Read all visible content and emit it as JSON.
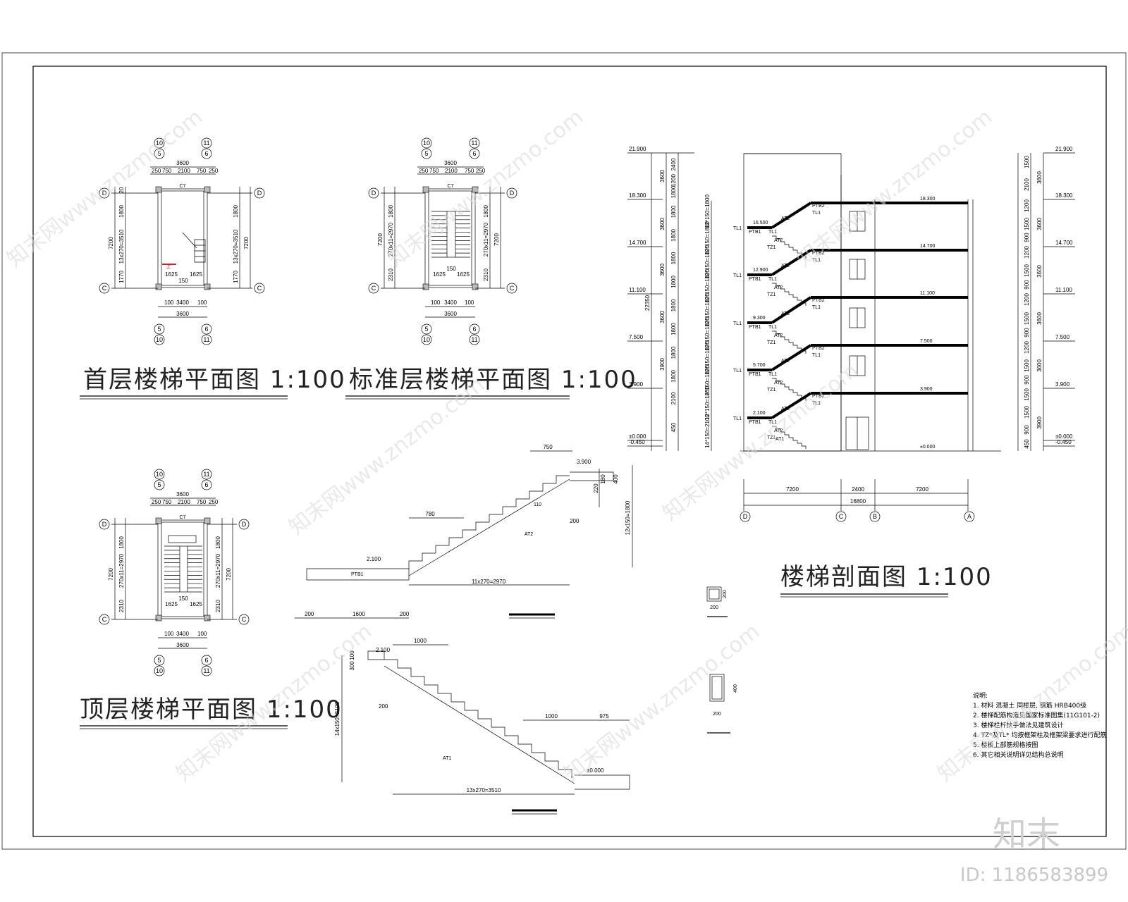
{
  "titles": {
    "first_floor": "首层楼梯平面图  1:100",
    "standard_floor": "标准层楼梯平面图  1:100",
    "top_floor": "顶层楼梯平面图  1:100",
    "section": "楼梯剖面图  1:100"
  },
  "plan": {
    "axis_top_a": "10",
    "axis_top_b": "11",
    "axis_top_c": "5",
    "axis_top_d": "6",
    "axis_d": "D",
    "axis_c": "C",
    "dim_total": "3600",
    "dim_250": "250",
    "dim_750": "750",
    "dim_2100": "2100",
    "dim_1800": "1800",
    "dim_7200": "7200",
    "dim_1770": "1770",
    "dim_2310": "2310",
    "dim_run_first": "13x270=3510",
    "dim_run_std": "270x11=2970",
    "dim_1625": "1625",
    "dim_150": "150",
    "dim_100": "100",
    "dim_3400": "3400",
    "dim_20": "20",
    "window": "C7",
    "up_mark": "上"
  },
  "section": {
    "elev": [
      "21.900",
      "18.300",
      "14.700",
      "11.100",
      "7.500",
      "3.900",
      "±0.000",
      "-0.450"
    ],
    "mid_elev": [
      "16.500",
      "12.900",
      "9.300",
      "5.700",
      "2.100"
    ],
    "left_dims": [
      "2400",
      "1200",
      "1800",
      "1800",
      "1800",
      "1800",
      "1800",
      "1800",
      "1800",
      "1800",
      "1800",
      "2100",
      "450"
    ],
    "left_col2": [
      "3600",
      "3600",
      "3600",
      "3600",
      "3900"
    ],
    "total": "22350",
    "step_dims": [
      "12*150=1800",
      "12*150=1800",
      "12*150=1800",
      "12*150=1800",
      "12*150=1800",
      "12*150=1800",
      "12*150=1800",
      "12*150=1800",
      "12*150=1800",
      "14*150=2100"
    ],
    "right_dims": [
      "1500",
      "2100",
      "1200",
      "1500",
      "900",
      "1200",
      "1500",
      "900",
      "1200",
      "1500",
      "900",
      "1200",
      "1500",
      "900",
      "1500",
      "1500",
      "900",
      "450"
    ],
    "right_col2": [
      "3600",
      "3600",
      "3600",
      "3600",
      "3600",
      "3900"
    ],
    "labels": {
      "ptb1": "PTB1",
      "ptb2": "PTB2",
      "tl1": "TL1",
      "tz1": "TZ1",
      "at1": "AT1",
      "at2": "AT2"
    },
    "bottom_dims": [
      "7200",
      "2400",
      "7200"
    ],
    "bottom_total": "16800",
    "axes": [
      "D",
      "C",
      "B",
      "A"
    ]
  },
  "details": {
    "at2": {
      "label": "AT2",
      "dim_top": "750",
      "elev_top": "3.900",
      "dim_180": "180",
      "dim_220": "220",
      "dim_400": "400",
      "dim_200": "200",
      "dim_780": "780",
      "elev_low": "2.100",
      "ptb": "PTB1",
      "run": "11x270=2970",
      "rise": "12x150=1800",
      "bot": [
        "200",
        "1600",
        "200"
      ],
      "t": "110"
    },
    "at1": {
      "label": "AT1",
      "dim_top": "1000",
      "elev_top": "2.100",
      "dim_300": "300",
      "dim_100": "100",
      "dim_200": "200",
      "dim_1000": "1000",
      "dim_975": "975",
      "elev_low": "±0.000",
      "run": "13x270=3510",
      "rise": "14x150=2100"
    },
    "col1": {
      "w": "200",
      "h": "200"
    },
    "col2": {
      "w": "200",
      "h": "400"
    }
  },
  "notes": {
    "head": "说明:",
    "items": [
      "1. 材料  混凝土  同楼层, 钢筋 HRB400级",
      "2. 楼梯配筋构造见国家标准图集(11G101-2)",
      "3. 楼梯栏杆扶手做法见建筑设计",
      "4. TZ*及TL* 均按框架柱及框架梁要求进行配筋",
      "5. 楼板上部筋规格按图",
      "6. 其它相关说明详见结构总说明"
    ]
  },
  "watermark": {
    "text": "知末网www.znzmo.com",
    "brand": "知末",
    "id": "ID: 1186583899"
  }
}
